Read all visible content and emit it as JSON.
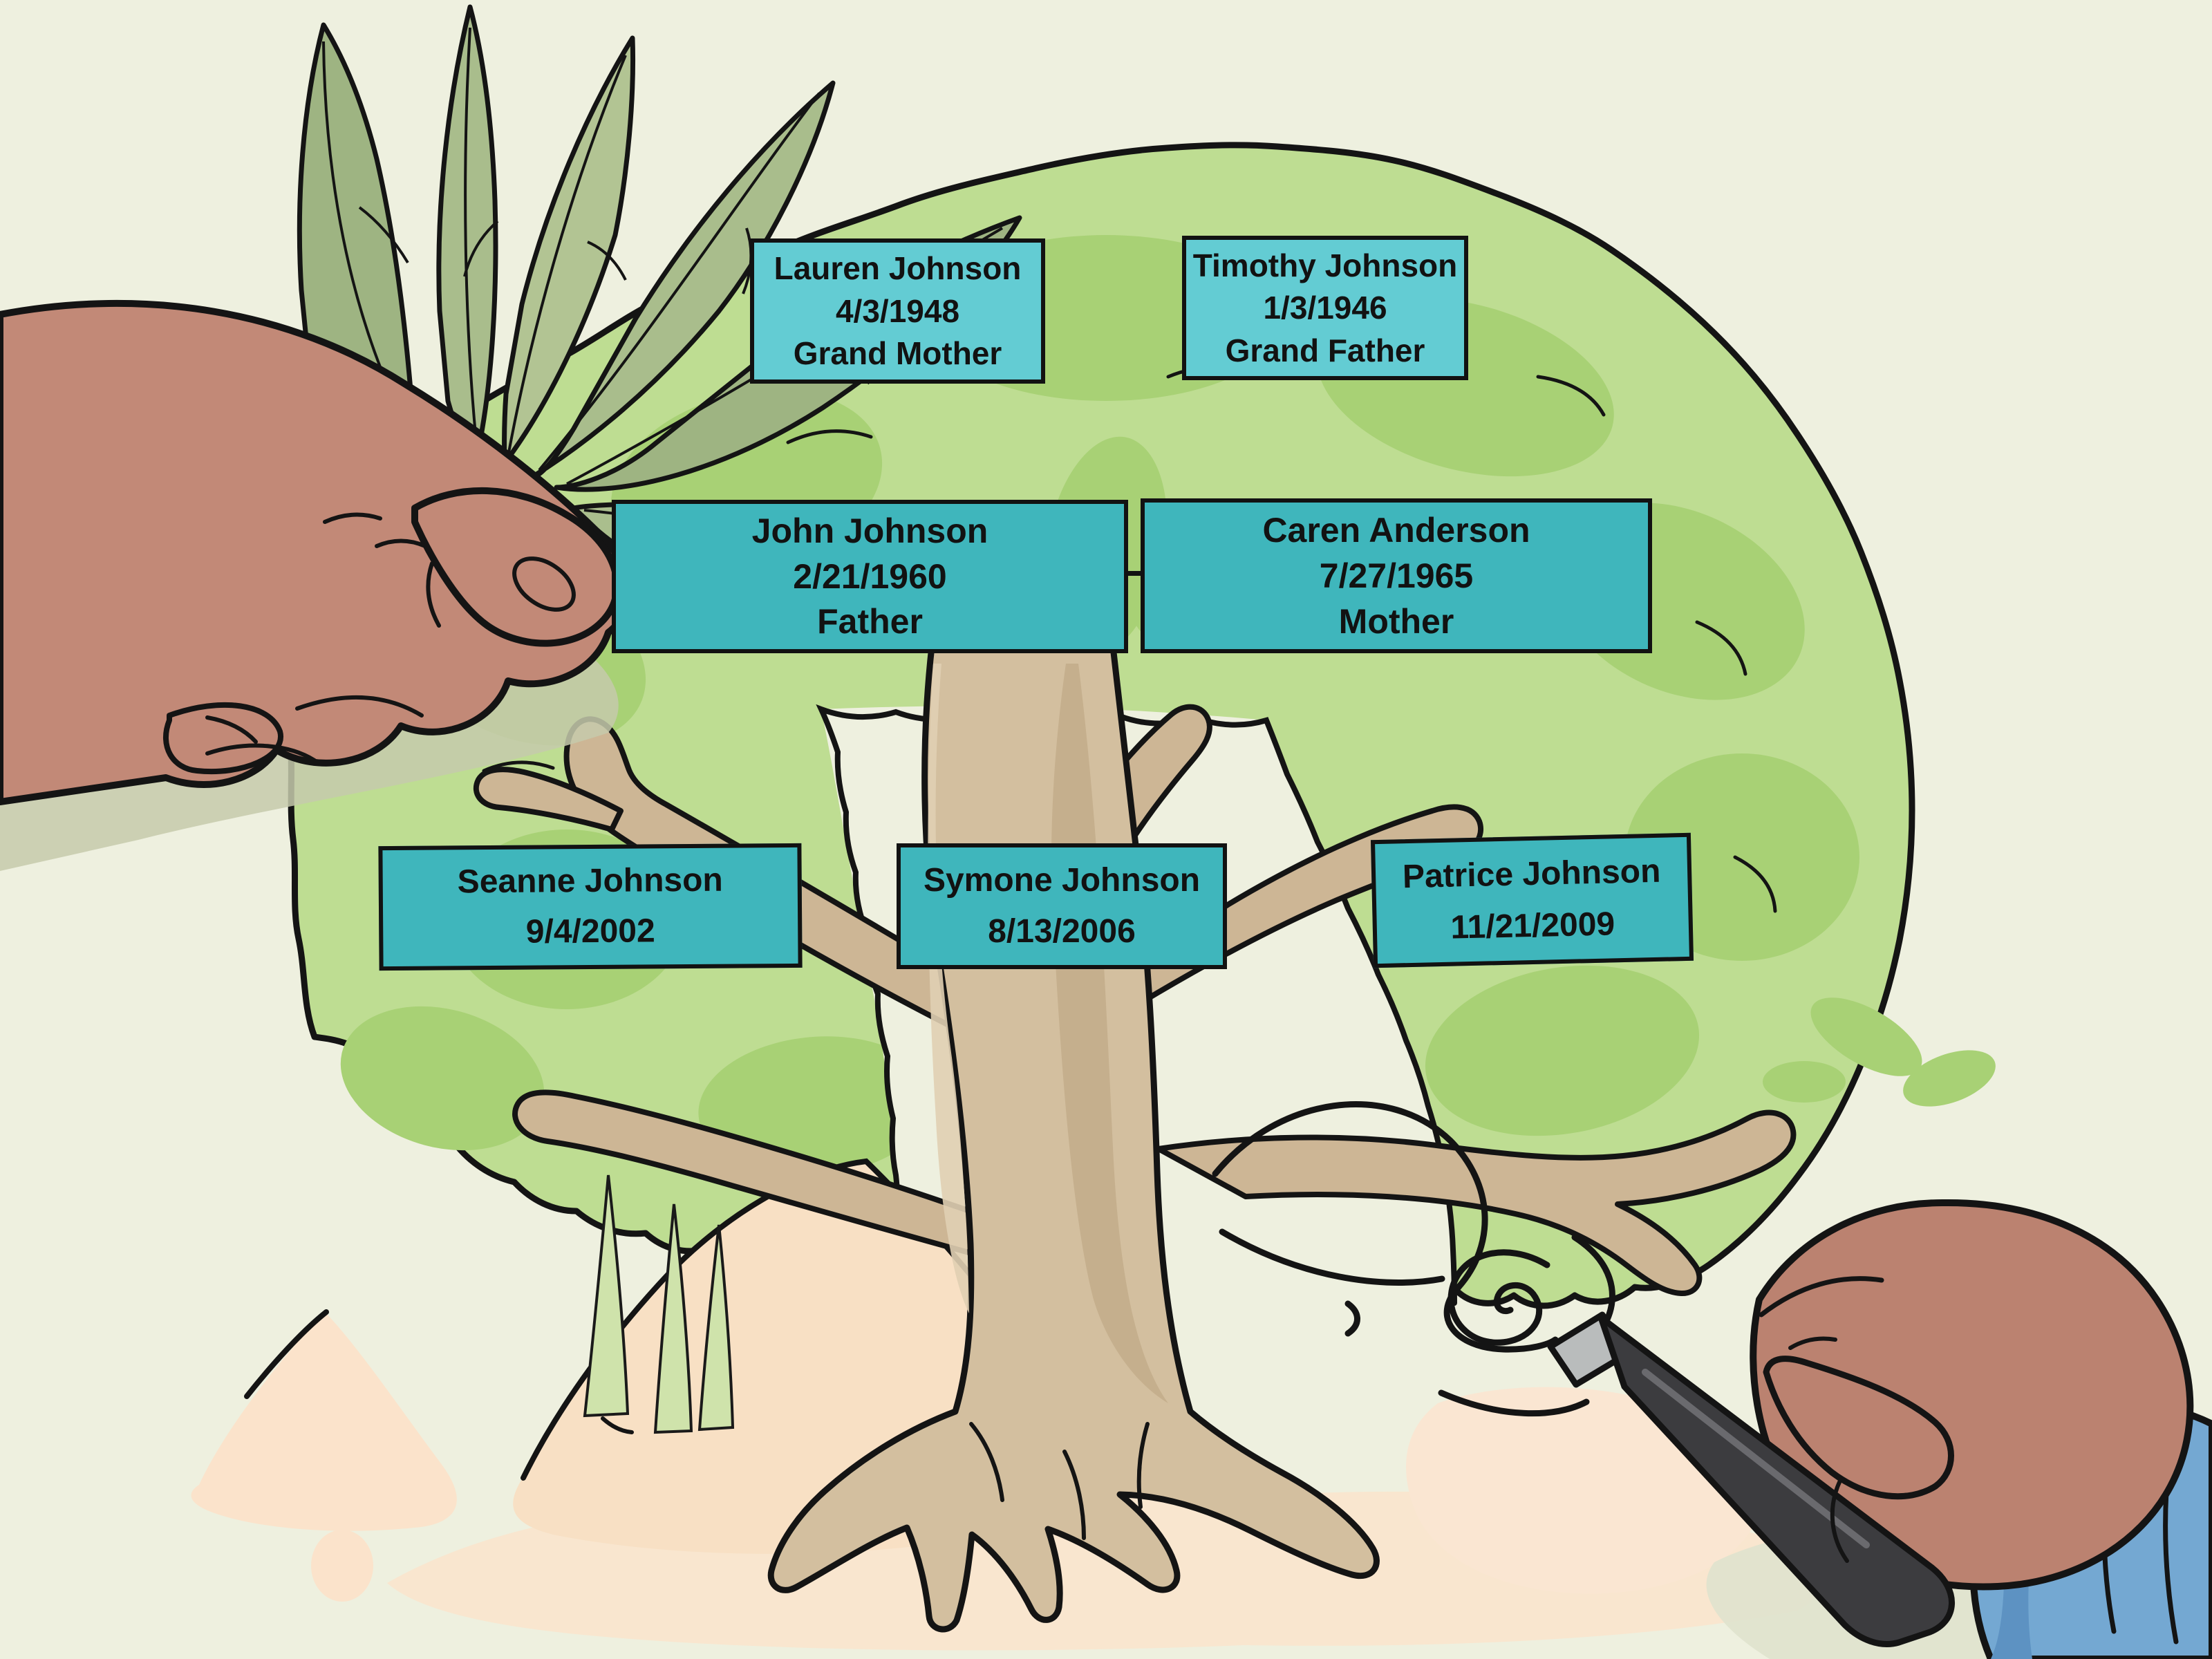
{
  "illustration": {
    "subject": "cartoon family tree drawing",
    "scene_elements": [
      "hand-holding-leaves-icon",
      "tree-canopy",
      "tree-trunk-and-roots",
      "grass-blades",
      "sand-mounds",
      "wind-swirl-icon",
      "hand-writing-with-marker-icon",
      "blue-sleeve-cuff"
    ]
  },
  "people": {
    "grandmother": {
      "name": "Lauren Johnson",
      "date": "4/3/1948",
      "role": "Grand Mother"
    },
    "grandfather": {
      "name": "Timothy Johnson",
      "date": "1/3/1946",
      "role": "Grand Father"
    },
    "father": {
      "name": "John Johnson",
      "date": "2/21/1960",
      "role": "Father"
    },
    "mother": {
      "name": "Caren Anderson",
      "date": "7/27/1965",
      "role": "Mother"
    },
    "child1": {
      "name": "Seanne Johnson",
      "date": "9/4/2002"
    },
    "child2": {
      "name": "Symone Johnson",
      "date": "8/13/2006"
    },
    "child3": {
      "name": "Patrice Johnson",
      "date": "11/21/2009"
    }
  },
  "colors": {
    "background": "#eef0df",
    "canopy": "#bedd92",
    "canopy_shadow": "#a8d175",
    "outline": "#141414",
    "box_grandparents": "#63ccd3",
    "box_parents_children": "#3fb6bc",
    "box_border": "#121212",
    "box_text": "#121212",
    "trunk": "#d3bf9f",
    "trunk_shadow": "#c2ab88",
    "trunk_highlight": "#e0cfb2",
    "branch": "#cdb695",
    "sand": "#f8e0c4",
    "sand_light": "#f9e6cf",
    "grass": "#cfe3ab",
    "held_leaves": "#a9bd8c",
    "skin_left_hand": "#c28977",
    "skin_right_hand": "#bb8270",
    "hand_shadow": "#c6caab",
    "sleeve_blue": "#74a8d2",
    "sleeve_blue_dark": "#5d92c2",
    "marker_body": "#3c3c3f",
    "marker_tip": "#b9bcbc"
  }
}
